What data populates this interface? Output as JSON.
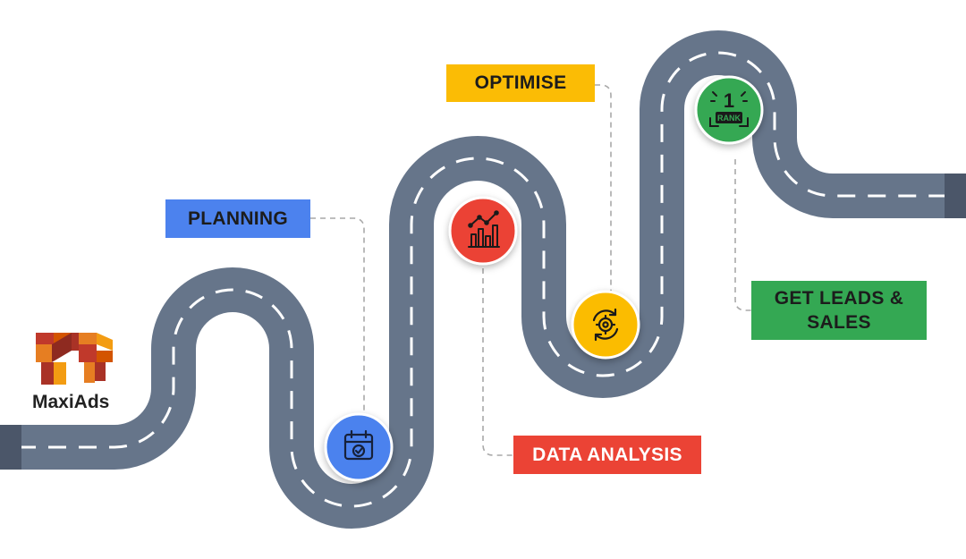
{
  "brand": {
    "name": "MaxiAds",
    "logo_icon": "maxiads-logo-icon"
  },
  "colors": {
    "road": "#66758a",
    "road_end_cap": "#4b5669",
    "lane_marking": "#ffffff",
    "connector": "#a9a9a9",
    "blue": "#4c82ee",
    "red": "#eb4335",
    "yellow": "#fbbc05",
    "green": "#34a853"
  },
  "steps": [
    {
      "id": "planning",
      "label": "PLANNING",
      "color": "#4c82ee",
      "icon": "calendar-check-icon"
    },
    {
      "id": "data_analysis",
      "label": "DATA ANALYSIS",
      "color": "#eb4335",
      "icon": "analytics-chart-icon"
    },
    {
      "id": "optimise",
      "label": "OPTIMISE",
      "color": "#fbbc05",
      "icon": "gear-refresh-icon"
    },
    {
      "id": "leads",
      "label": "GET LEADS & SALES",
      "color": "#34a853",
      "icon": "rank-one-trophy-icon",
      "icon_text": "RANK",
      "icon_number": "1"
    }
  ]
}
